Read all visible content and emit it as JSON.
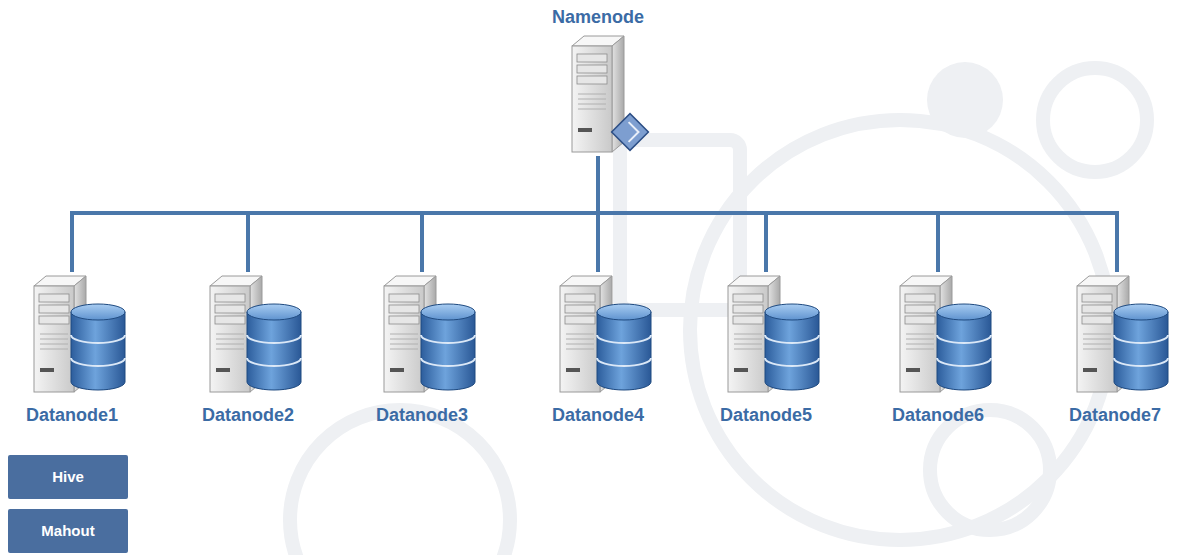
{
  "diagram": {
    "nodes": [
      {
        "text": [
          "Namenode"
        ]
      },
      {
        "text": [
          "Datanode1"
        ]
      },
      {
        "text": [
          "Datanode2"
        ]
      },
      {
        "text": [
          "Datanode3"
        ]
      },
      {
        "text": [
          "Datanode4"
        ]
      },
      {
        "text": [
          "Datanode5"
        ]
      },
      {
        "text": [
          "Datanode6"
        ]
      },
      {
        "text": [
          "Datanode7"
        ]
      },
      {
        "text": [
          "Hive"
        ]
      },
      {
        "text": [
          "Mahout"
        ]
      }
    ],
    "edges": [
      {
        "from": 0,
        "to": 1,
        "arrow": "none"
      },
      {
        "from": 0,
        "to": 2,
        "arrow": "none"
      },
      {
        "from": 0,
        "to": 3,
        "arrow": "none"
      },
      {
        "from": 0,
        "to": 4,
        "arrow": "none"
      },
      {
        "from": 0,
        "to": 5,
        "arrow": "none"
      },
      {
        "from": 0,
        "to": 6,
        "arrow": "none"
      },
      {
        "from": 0,
        "to": 7,
        "arrow": "none"
      }
    ]
  }
}
